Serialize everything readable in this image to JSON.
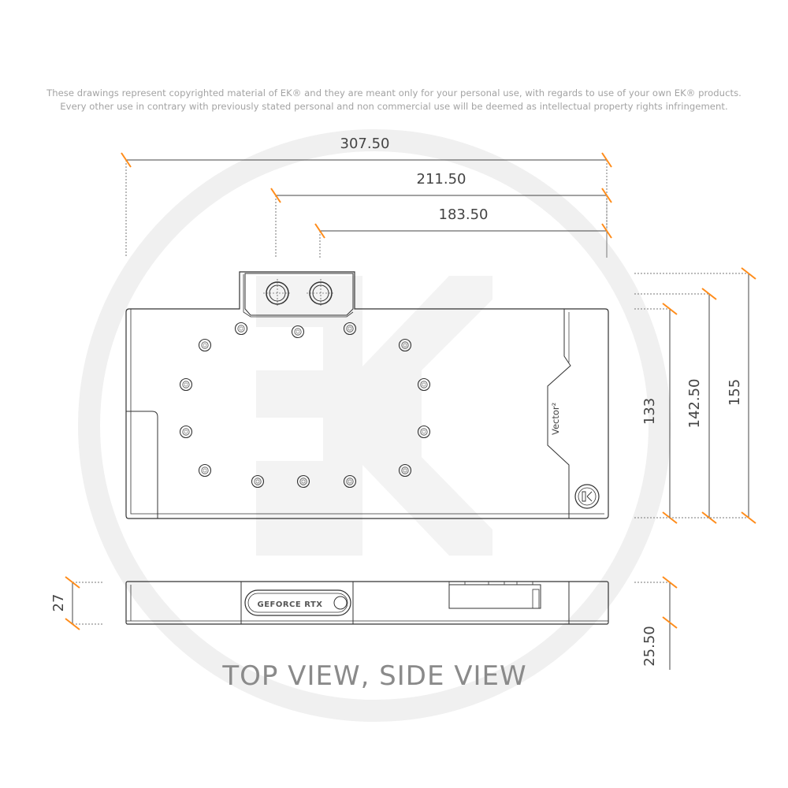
{
  "copyright": {
    "line1": "These drawings represent copyrighted material of EK® and they are meant only for your personal use, with regards to use of your own EK® products.",
    "line2": "Every other use in contrary with previously stated personal and non commercial use will be deemed as intellectual property rights infringement."
  },
  "view_title": "TOP VIEW, SIDE VIEW",
  "dimensions": {
    "width_overall": "307.50",
    "width_terminal_left": "211.50",
    "width_terminal_right": "183.50",
    "height_pcb": "133",
    "height_block": "142.50",
    "height_overall": "155",
    "side_height": "27",
    "side_offset": "25.50"
  },
  "block": {
    "vector_label": "Vector²",
    "side_badge_label": "GEFORCE RTX"
  },
  "colors": {
    "accent": "#ff8c1a",
    "outline": "#333333",
    "dim_line": "#444444",
    "watermark": "#efefef"
  }
}
